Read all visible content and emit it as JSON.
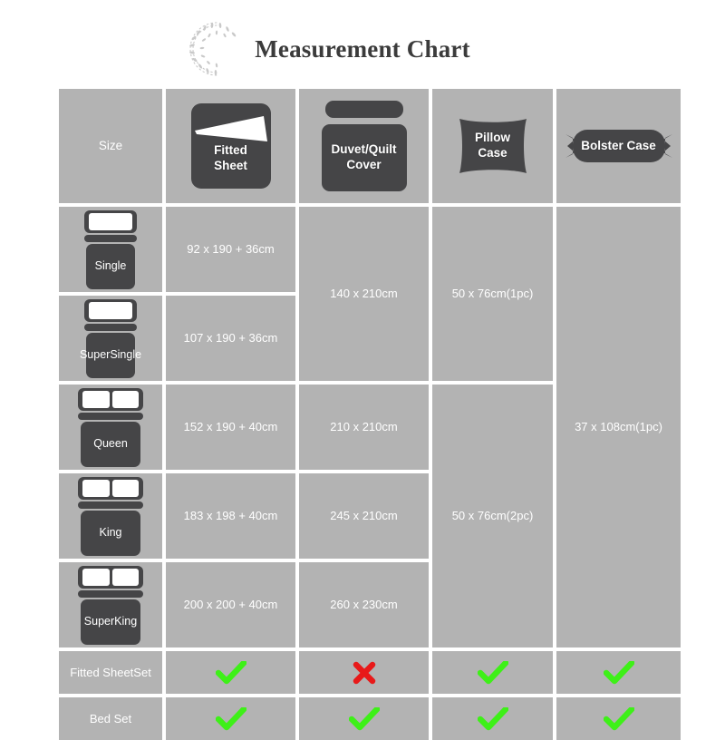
{
  "title": "Measurement Chart",
  "colors": {
    "cell_bg": "#b3b3b3",
    "icon_dark": "#454547",
    "text": "#ffffff",
    "tick": "#3ef018",
    "cross": "#e81919",
    "title": "#3b3b3b",
    "page_bg": "#ffffff"
  },
  "header": {
    "size_label": "Size",
    "columns": [
      {
        "label": "Fitted\nSheet",
        "line1": "Fitted",
        "line2": "Sheet",
        "icon": "fitted-sheet-icon"
      },
      {
        "label": "Duvet/Quilt Cover",
        "line1": "Duvet/Quilt",
        "line2": "Cover",
        "icon": "duvet-quilt-cover-icon"
      },
      {
        "label": "Pillow Case",
        "line1": "Pillow",
        "line2": "Case",
        "icon": "pillow-case-icon"
      },
      {
        "label": "Bolster Case",
        "line1": "Bolster Case",
        "line2": "",
        "icon": "bolster-case-icon"
      }
    ]
  },
  "sizes": [
    {
      "line1": "Single",
      "line2": "",
      "pillows": 1,
      "wide": false
    },
    {
      "line1": "Super",
      "line2": "Single",
      "pillows": 1,
      "wide": false
    },
    {
      "line1": "Queen",
      "line2": "",
      "pillows": 2,
      "wide": true
    },
    {
      "line1": "King",
      "line2": "",
      "pillows": 2,
      "wide": true
    },
    {
      "line1": "Super",
      "line2": "King",
      "pillows": 2,
      "wide": true
    }
  ],
  "fitted_sheet": [
    "92 x 190 + 36cm",
    "107 x 190 + 36cm",
    "152 x 190 + 40cm",
    "183 x 198 + 40cm",
    "200 x 200 + 40cm"
  ],
  "duvet": {
    "single_supersingle": "140 x 210cm",
    "queen": "210 x 210cm",
    "king": "245 x 210cm",
    "super_king": "260 x 230cm"
  },
  "pillow": {
    "single_supersingle_l1": "50 x 76cm",
    "single_supersingle_l2": "(1pc)",
    "large_l1": "50 x 76cm",
    "large_l2": "(2pc)"
  },
  "bolster": {
    "all_l1": "37 x 108cm",
    "all_l2": "(1pc)"
  },
  "set_rows": [
    {
      "label": "Fitted Sheet Set",
      "label_l1": "Fitted Sheet",
      "label_l2": "Set",
      "marks": [
        "check",
        "cross",
        "check",
        "check"
      ]
    },
    {
      "label": "Bed Set",
      "label_l1": "Bed Set",
      "label_l2": "",
      "marks": [
        "check",
        "check",
        "check",
        "check"
      ]
    }
  ]
}
